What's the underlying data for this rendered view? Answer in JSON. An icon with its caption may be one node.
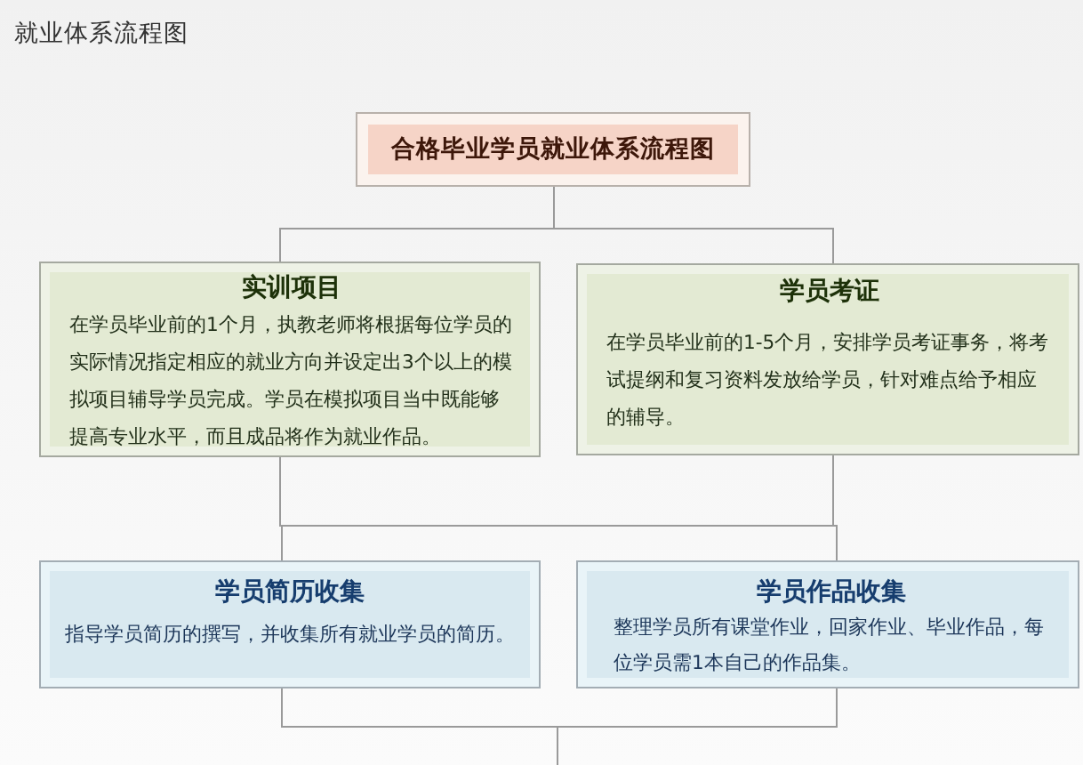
{
  "diagram": {
    "title": "就业体系流程图",
    "nodes": [
      {
        "text": [
          "合格毕业学员就业体系流程图"
        ]
      },
      {
        "text": [
          "实训项目",
          "在学员毕业前的1个月，执教老师将根据每位学员的实际情况指定相应的就业方向并设定出3个以上的模拟项目辅导学员完成。学员在模拟项目当中既能够提高专业水平，而且成品将作为就业作品。"
        ]
      },
      {
        "text": [
          "学员考证",
          "在学员毕业前的1-5个月，安排学员考证事务，将考试提纲和复习资料发放给学员，针对难点给予相应的辅导。"
        ]
      },
      {
        "text": [
          "学员简历收集",
          "指导学员简历的撰写，并收集所有就业学员的简历。"
        ]
      },
      {
        "text": [
          "学员作品收集",
          "整理学员所有课堂作业，回家作业、毕业作品，每位学员需1本自己的作品集。"
        ]
      }
    ],
    "edges": [
      {
        "from": 0,
        "to": 1,
        "arrow": "none"
      },
      {
        "from": 0,
        "to": 2,
        "arrow": "none"
      },
      {
        "from": 1,
        "to": 3,
        "arrow": "none"
      },
      {
        "from": 1,
        "to": 4,
        "arrow": "none"
      },
      {
        "from": 2,
        "to": 3,
        "arrow": "none"
      },
      {
        "from": 2,
        "to": 4,
        "arrow": "none"
      },
      {
        "from": 3,
        "to": null,
        "arrow": "none"
      },
      {
        "from": 4,
        "to": null,
        "arrow": "none"
      }
    ]
  }
}
